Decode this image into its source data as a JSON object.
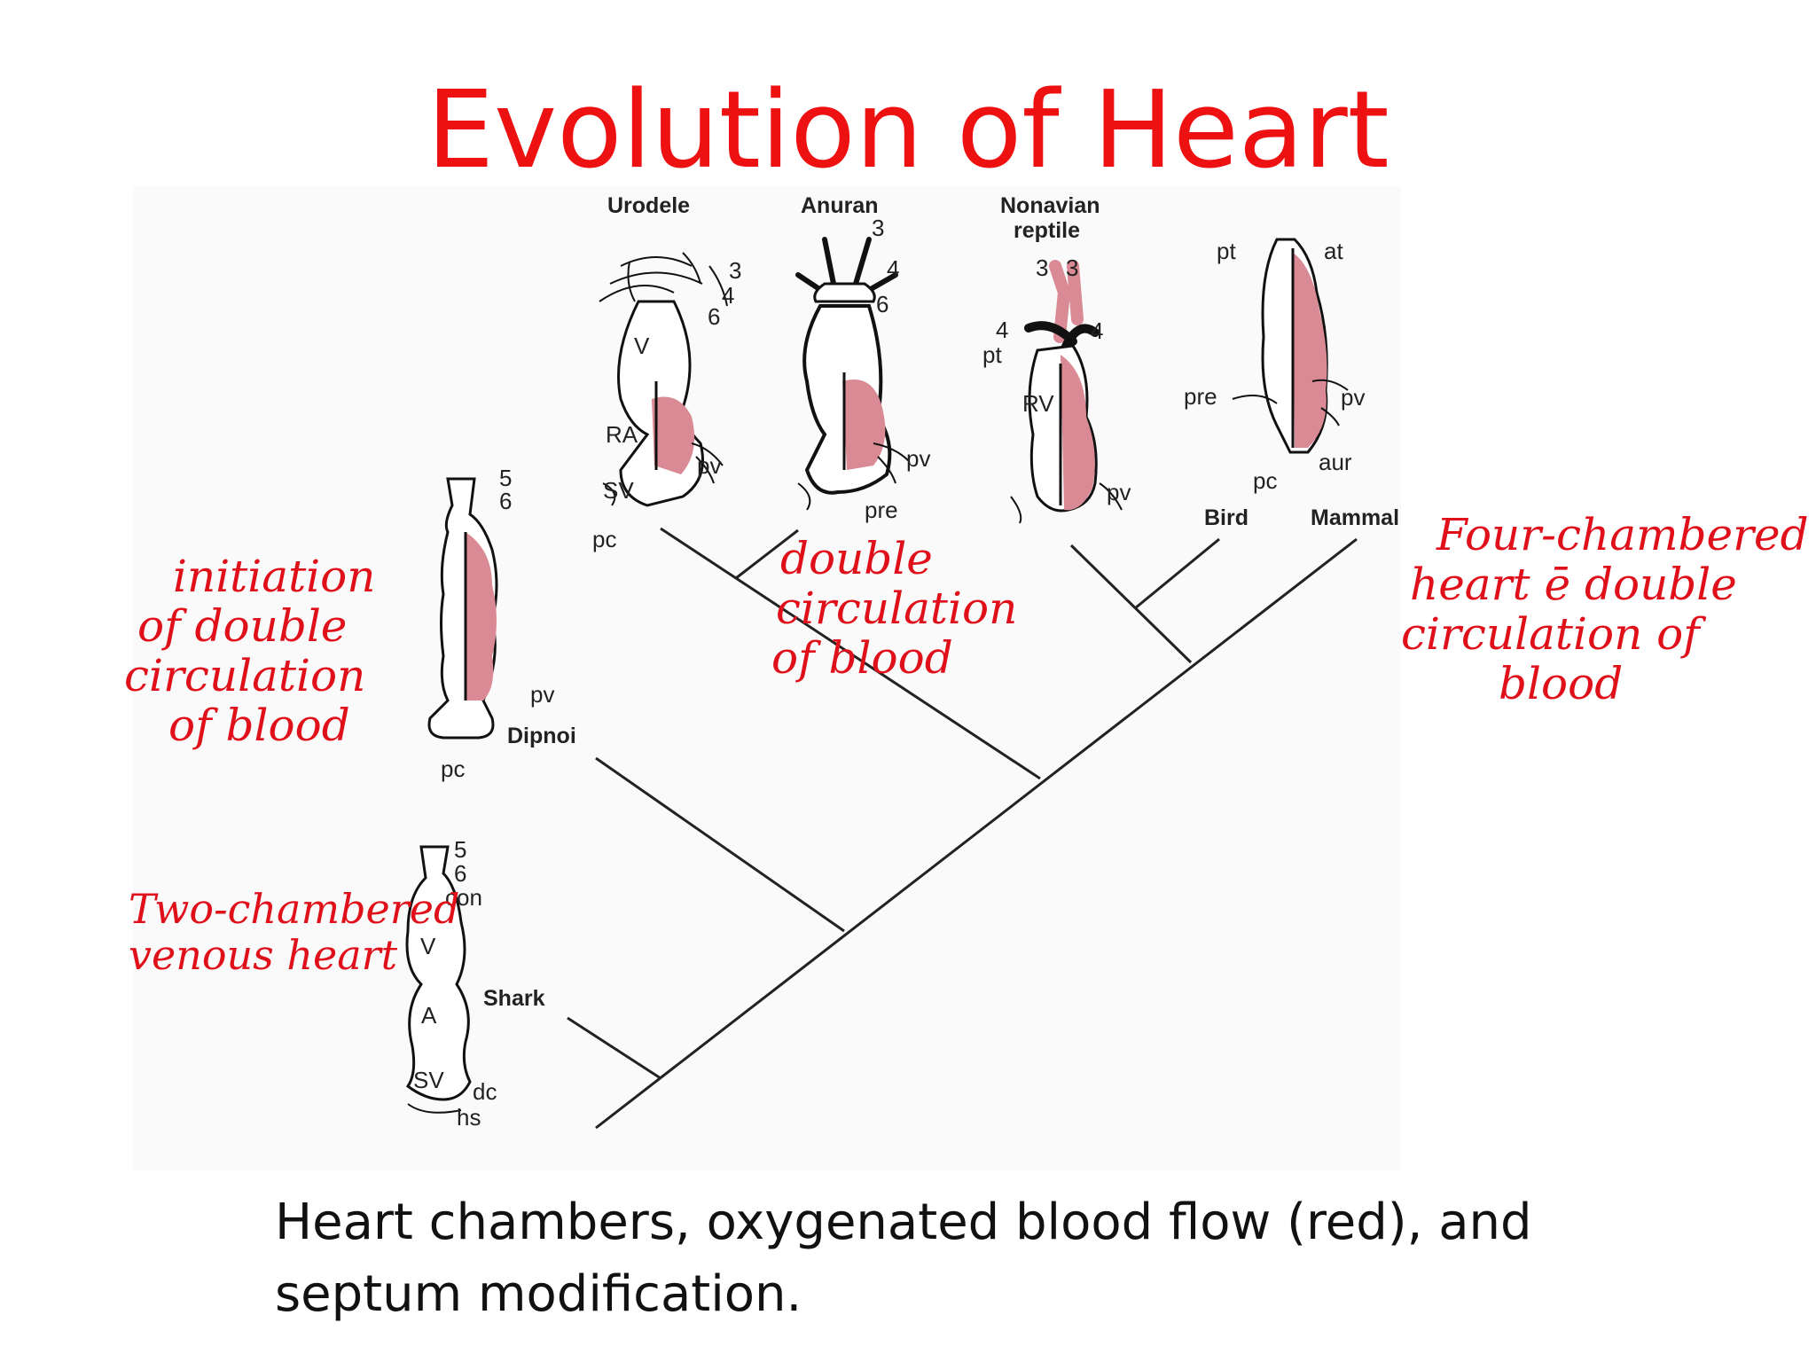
{
  "title": "Evolution of Heart",
  "caption": "Heart chambers, oxygenated blood flow (red), and septum modification.",
  "colors": {
    "title": "#ee1111",
    "annotation": "#e0101b",
    "oxygenated": "#d98a94"
  },
  "taxa": {
    "urodele": "Urodele",
    "anuran": "Anuran",
    "nonavian_l1": "Nonavian",
    "nonavian_l2": "reptile",
    "bird": "Bird",
    "mammal": "Mammal",
    "dipnoi": "Dipnoi",
    "shark": "Shark"
  },
  "parts": {
    "urodele": {
      "arch3": "3",
      "arch4": "4",
      "arch6": "6",
      "v": "V",
      "ra": "RA",
      "sv": "SV",
      "pv": "pv",
      "pc": "pc"
    },
    "anuran": {
      "arch3": "3",
      "arch4": "4",
      "arch6": "6",
      "pv": "pv",
      "pre": "pre"
    },
    "reptile": {
      "arch3a": "3",
      "arch3b": "3",
      "arch4l": "4",
      "arch4r": "4",
      "pt": "pt",
      "rv": "RV",
      "pv": "pv"
    },
    "mammal": {
      "pt": "pt",
      "at": "at",
      "pre": "pre",
      "pv": "pv",
      "pc": "pc",
      "aur": "aur"
    },
    "dipnoi": {
      "arch5": "5",
      "arch6": "6",
      "pv": "pv",
      "pc": "pc"
    },
    "shark": {
      "arch5": "5",
      "arch6": "6",
      "con": "con",
      "v": "V",
      "a": "A",
      "sv": "SV",
      "dc": "dc",
      "hs": "hs"
    }
  },
  "annotations": {
    "dipnoi": [
      "initiation",
      "of double",
      "circulation",
      "of blood"
    ],
    "anuran": [
      "double",
      "circulation",
      "of blood"
    ],
    "mammal": [
      "Four-chambered",
      "heart ē double",
      "circulation of",
      "blood"
    ],
    "shark": [
      "Two-chambered",
      "venous heart"
    ]
  }
}
